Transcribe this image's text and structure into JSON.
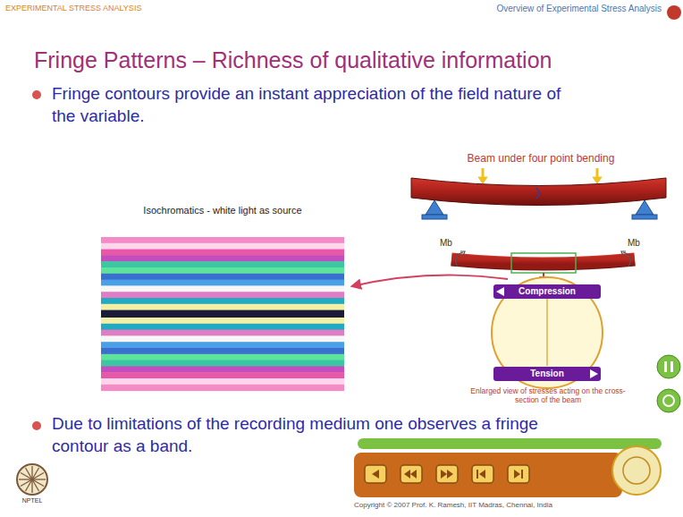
{
  "diagram": {
    "title": "Fringe Patterns – Richness of qualitative information",
    "nodes": [
      {
        "text": [
          "Compression"
        ]
      },
      {
        "text": [
          "Tension"
        ]
      }
    ],
    "labels": [
      "EXPERIMENTAL STRESS ANALYSIS",
      "Overview of Experimental Stress Analysis",
      "Fringe contours provide an instant appreciation of the field nature of the variable.",
      "Beam under four point bending",
      "Isochromatics - white light as source",
      "Mb",
      "Mb",
      "Enlarged view of stresses acting on the cross-section of the beam",
      "Due to limitations of the recording medium one observes a fringe contour as a band.",
      "NPTEL",
      "Copyright © 2007 Prof. K. Ramesh, IIT Madras, Chennai, India"
    ]
  }
}
